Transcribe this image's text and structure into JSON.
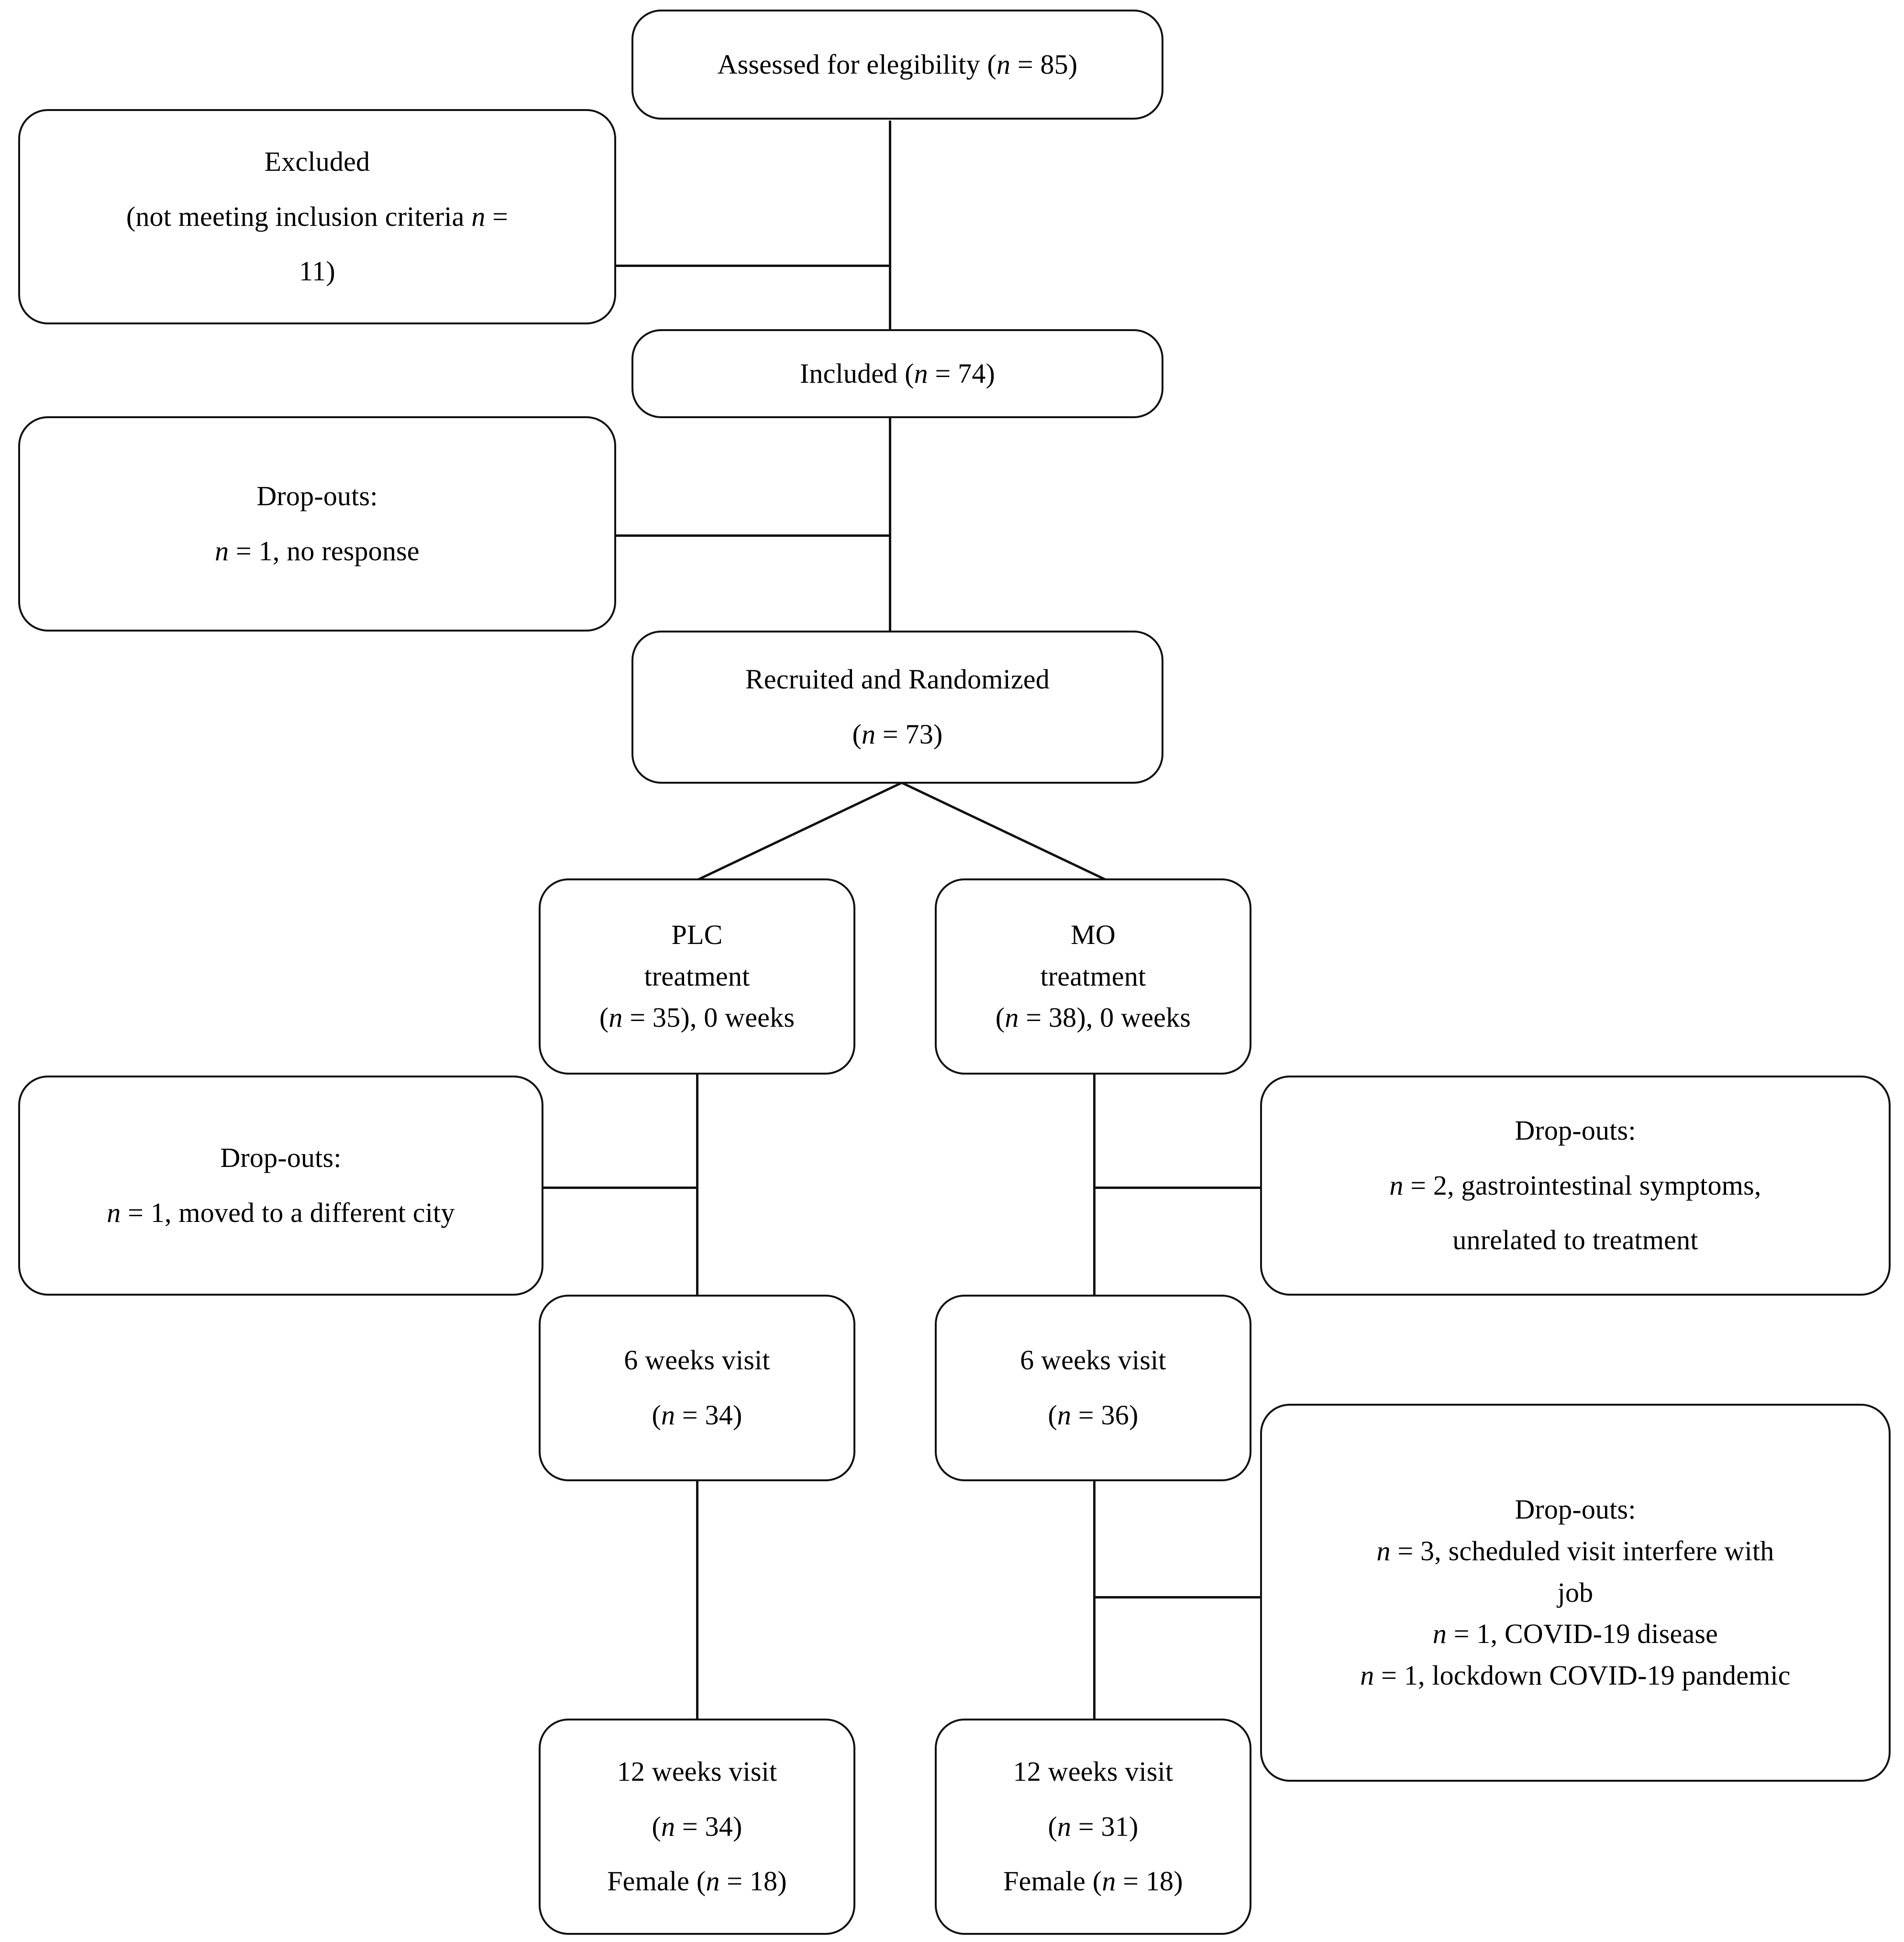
{
  "diagram": {
    "title": "CONSORT participant flow diagram",
    "type": "flowchart",
    "accent_color": "#111111",
    "background_color": "#ffffff"
  },
  "nodes": {
    "assessed": {
      "name": "assessed-for-eligibility",
      "lines": [
        "Assessed for elegibility (n = 85)"
      ],
      "count": 85
    },
    "excluded": {
      "name": "excluded",
      "lines": [
        "Excluded",
        "(not meeting inclusion criteria n =",
        "11)"
      ],
      "count": 11
    },
    "included": {
      "name": "included",
      "lines": [
        "Included (n = 74)"
      ],
      "count": 74
    },
    "dropout_included": {
      "name": "dropouts-after-inclusion",
      "lines": [
        "Drop-outs:",
        "n = 1, no response"
      ],
      "count": 1
    },
    "randomized": {
      "name": "recruited-and-randomized",
      "lines": [
        "Recruited and Randomized",
        "(n = 73)"
      ],
      "count": 73
    },
    "plc_treatment": {
      "name": "plc-treatment-baseline",
      "lines": [
        "PLC",
        "treatment",
        "(n = 35), 0 weeks"
      ],
      "count": 35,
      "arm": "PLC",
      "timepoint": "0 weeks"
    },
    "mo_treatment": {
      "name": "mo-treatment-baseline",
      "lines": [
        "MO",
        "treatment",
        "(n = 38), 0 weeks"
      ],
      "count": 38,
      "arm": "MO",
      "timepoint": "0 weeks"
    },
    "dropout_plc": {
      "name": "dropouts-plc-arm",
      "lines": [
        "Drop-outs:",
        "n = 1, moved to a different city"
      ],
      "count": 1
    },
    "dropout_mo": {
      "name": "dropouts-mo-arm",
      "lines": [
        "Drop-outs:",
        "n = 2, gastrointestinal symptoms,",
        "unrelated to treatment"
      ],
      "count": 2
    },
    "plc_6weeks": {
      "name": "plc-6-weeks-visit",
      "lines": [
        "6 weeks visit",
        "(n = 34)"
      ],
      "count": 34,
      "timepoint": "6 weeks"
    },
    "mo_6weeks": {
      "name": "mo-6-weeks-visit",
      "lines": [
        "6 weeks visit",
        "(n = 36)"
      ],
      "count": 36,
      "timepoint": "6 weeks"
    },
    "dropout_mo_late": {
      "name": "dropouts-mo-arm-late",
      "lines": [
        "Drop-outs:",
        "n = 3, scheduled visit interfere with",
        "job",
        "n = 1, COVID-19 disease",
        "n = 1, lockdown COVID-19 pandemic"
      ],
      "counts": [
        3,
        1,
        1
      ]
    },
    "plc_12weeks": {
      "name": "plc-12-weeks-visit",
      "lines": [
        "12 weeks visit",
        "(n = 34)",
        "Female (n = 18)"
      ],
      "count": 34,
      "female": 18,
      "timepoint": "12 weeks"
    },
    "mo_12weeks": {
      "name": "mo-12-weeks-visit",
      "lines": [
        "12 weeks visit",
        "(n = 31)",
        "Female (n = 18)"
      ],
      "count": 31,
      "female": 18,
      "timepoint": "12 weeks"
    }
  }
}
